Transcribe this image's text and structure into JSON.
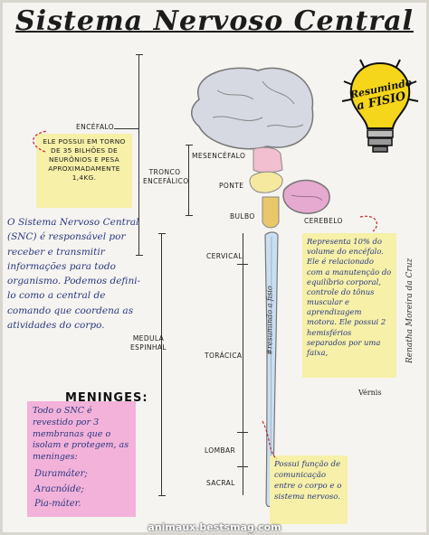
{
  "title": "Sistema Nervoso Central",
  "badge": {
    "line1": "Resumindo",
    "line2": "a FISIO"
  },
  "labels": {
    "encefalo": "ENCÉFALO",
    "tronco": "TRONCO\nENCEFÁLICO",
    "mesencefalo": "MESENCÉFALO",
    "ponte": "PONTE",
    "bulbo": "BULBO",
    "cerebelo": "CEREBELO",
    "medula": "MEDULA\nESPINHAL",
    "cervical": "CERVICAL",
    "toracica": "TORÁCICA",
    "lombar": "LOMBAR",
    "sacral": "SACRAL",
    "spine_handle": "#resumindo a fisio",
    "author": "Renatha Moreira da Cruz",
    "vernis": "Vérnis"
  },
  "notes": {
    "encefalo_note": "ELE POSSUI EM TORNO DE 35 BILHÕES DE NEURÔNIOS E PESA APROXIMADAMENTE 1,4KG.",
    "snc_note": "O Sistema Nervoso Central (SNC) é responsável por receber e transmitir informações para todo organismo. Podemos defini-lo como a central de comando que coordena as atividades do corpo.",
    "meninges_title": "MENINGES:",
    "meninges_text": "Todo o SNC é revestido por 3 membranas que o isolam e protegem, as meninges:",
    "meninges_items": [
      "Duramáter;",
      "Aracnóide;",
      "Pia-máter."
    ],
    "cerebelo_note": "Representa 10% do volume do encéfalo. Ele é relacionado com a manutenção do equilíbrio corporal, controle do tônus muscular e aprendizagem motora. Ele possui 2 hemisférios separados por uma faixa,",
    "medula_note": "Possui função de comunicação entre o corpo e o sistema nervoso."
  },
  "watermark": "animaux.bestsmag.com"
}
